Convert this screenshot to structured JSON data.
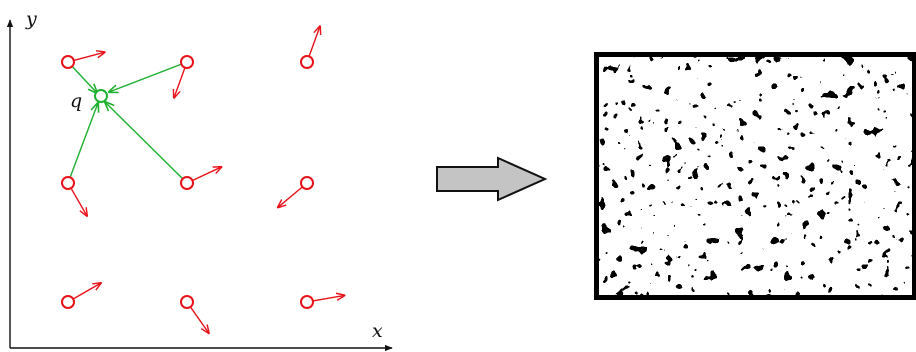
{
  "diagram": {
    "axes": {
      "x_label": "x",
      "y_label": "y"
    },
    "query_point_label": "q",
    "grid_points": [
      {
        "id": "p11",
        "arrow_direction_deg": 15
      },
      {
        "id": "p12",
        "arrow_direction_deg": -110
      },
      {
        "id": "p13",
        "arrow_direction_deg": 70
      },
      {
        "id": "p21",
        "arrow_direction_deg": -60
      },
      {
        "id": "p22",
        "arrow_direction_deg": 25
      },
      {
        "id": "p23",
        "arrow_direction_deg": -140
      },
      {
        "id": "p31",
        "arrow_direction_deg": 30
      },
      {
        "id": "p32",
        "arrow_direction_deg": -55
      },
      {
        "id": "p33",
        "arrow_direction_deg": 10
      }
    ],
    "query_neighbors": [
      "p11",
      "p12",
      "p21",
      "p22"
    ],
    "output_image": "noise-texture",
    "colors": {
      "grid_point": "#e8131a",
      "gradient_arrow": "#e8131a",
      "query_point": "#1db12f",
      "distance_vector": "#1db12f",
      "axis": "#111111",
      "transform_arrow_fill": "#c4c4c4",
      "transform_arrow_stroke": "#111111",
      "texture_frame": "#000000"
    }
  }
}
